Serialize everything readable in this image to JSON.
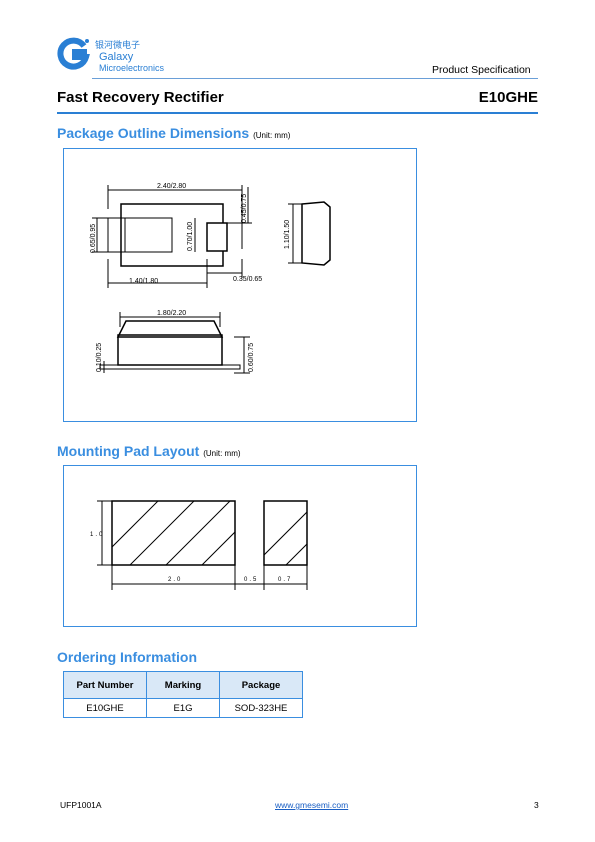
{
  "header": {
    "logo_cn": "银河微电子",
    "logo_en_1": "Galaxy",
    "logo_en_2": "Microelectronics",
    "product_spec": "Product Specification"
  },
  "title": {
    "text": "Fast Recovery Rectifier",
    "part": "E10GHE"
  },
  "package_outline": {
    "heading": "Package Outline Dimensions",
    "unit": "(Unit: mm)",
    "dims": {
      "length": "2.40/2.80",
      "body_length": "1.40/1.80",
      "width": "0.65/0.95",
      "lead_width": "0.70/1.00",
      "lead_offset": "0.45/0.75",
      "lead_length": "0.35/0.65",
      "height_side": "1.10/1.50",
      "body_bottom": "1.80/2.20",
      "thickness": "0.10/0.25",
      "total_height": "0.60/0.75"
    }
  },
  "mounting_pad": {
    "heading": "Mounting Pad Layout",
    "unit": "(Unit: mm)",
    "dims": {
      "height": "1.0",
      "pad_large": "2.0",
      "gap": "0.5",
      "pad_small": "0.7"
    }
  },
  "ordering": {
    "heading": "Ordering Information",
    "columns": [
      "Part Number",
      "Marking",
      "Package"
    ],
    "rows": [
      [
        "E10GHE",
        "E1G",
        "SOD-323HE"
      ]
    ]
  },
  "footer": {
    "doc_id": "UFP1001A",
    "website": "www.gmesemi.com",
    "page": "3"
  }
}
